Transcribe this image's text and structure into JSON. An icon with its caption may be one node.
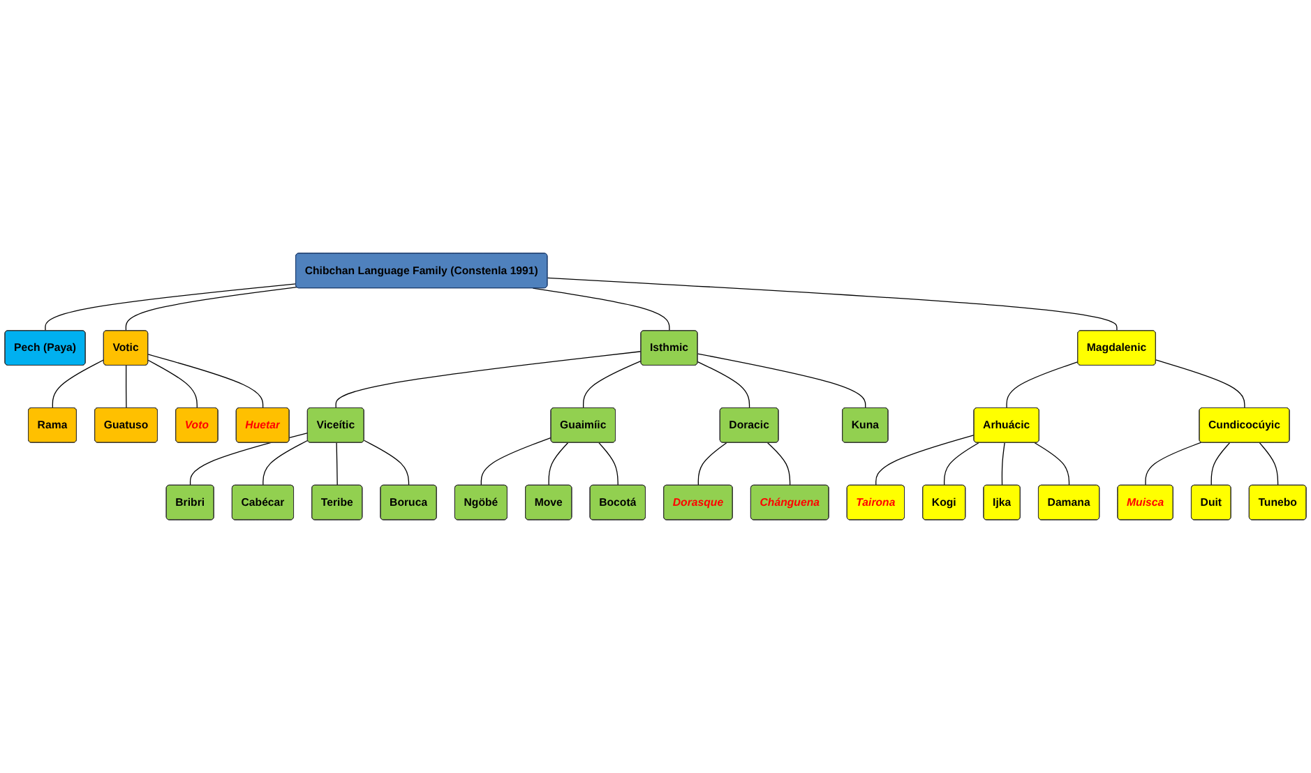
{
  "diagram": {
    "nodes": [
      {
        "text": [
          "Chibchan Language Family (Constenla 1991)"
        ]
      },
      {
        "text": [
          "Pech (Paya)"
        ]
      },
      {
        "text": [
          "Votic"
        ]
      },
      {
        "text": [
          "Isthmic"
        ]
      },
      {
        "text": [
          "Magdalenic"
        ]
      },
      {
        "text": [
          "Rama"
        ]
      },
      {
        "text": [
          "Guatuso"
        ]
      },
      {
        "text": [
          "Voto"
        ]
      },
      {
        "text": [
          "Huetar"
        ]
      },
      {
        "text": [
          "Viceític"
        ]
      },
      {
        "text": [
          "Guaimíic"
        ]
      },
      {
        "text": [
          "Doracic"
        ]
      },
      {
        "text": [
          "Kuna"
        ]
      },
      {
        "text": [
          "Arhuácic"
        ]
      },
      {
        "text": [
          "Cundicocúyic"
        ]
      },
      {
        "text": [
          "Bribri"
        ]
      },
      {
        "text": [
          "Cabécar"
        ]
      },
      {
        "text": [
          "Teribe"
        ]
      },
      {
        "text": [
          "Boruca"
        ]
      },
      {
        "text": [
          "Ngöbé"
        ]
      },
      {
        "text": [
          "Move"
        ]
      },
      {
        "text": [
          "Bocotá"
        ]
      },
      {
        "text": [
          "Dorasque"
        ]
      },
      {
        "text": [
          "Chánguena"
        ]
      },
      {
        "text": [
          "Tairona"
        ]
      },
      {
        "text": [
          "Kogi"
        ]
      },
      {
        "text": [
          "Ijka"
        ]
      },
      {
        "text": [
          "Damana"
        ]
      },
      {
        "text": [
          "Muisca"
        ]
      },
      {
        "text": [
          "Duit"
        ]
      },
      {
        "text": [
          "Tunebo"
        ]
      }
    ],
    "edges": [
      {
        "from": 0,
        "to": 1,
        "arrow": "none"
      },
      {
        "from": 0,
        "to": 2,
        "arrow": "none"
      },
      {
        "from": 0,
        "to": 3,
        "arrow": "none"
      },
      {
        "from": 0,
        "to": 4,
        "arrow": "none"
      },
      {
        "from": 2,
        "to": 5,
        "arrow": "none"
      },
      {
        "from": 2,
        "to": 6,
        "arrow": "none"
      },
      {
        "from": 2,
        "to": 7,
        "arrow": "none"
      },
      {
        "from": 2,
        "to": 8,
        "arrow": "none"
      },
      {
        "from": 3,
        "to": 9,
        "arrow": "none"
      },
      {
        "from": 3,
        "to": 10,
        "arrow": "none"
      },
      {
        "from": 3,
        "to": 11,
        "arrow": "none"
      },
      {
        "from": 3,
        "to": 12,
        "arrow": "none"
      },
      {
        "from": 4,
        "to": 13,
        "arrow": "none"
      },
      {
        "from": 4,
        "to": 14,
        "arrow": "none"
      },
      {
        "from": 9,
        "to": 15,
        "arrow": "none"
      },
      {
        "from": 9,
        "to": 16,
        "arrow": "none"
      },
      {
        "from": 9,
        "to": 17,
        "arrow": "none"
      },
      {
        "from": 9,
        "to": 18,
        "arrow": "none"
      },
      {
        "from": 10,
        "to": 19,
        "arrow": "none"
      },
      {
        "from": 10,
        "to": 20,
        "arrow": "none"
      },
      {
        "from": 10,
        "to": 21,
        "arrow": "none"
      },
      {
        "from": 11,
        "to": 22,
        "arrow": "none"
      },
      {
        "from": 11,
        "to": 23,
        "arrow": "none"
      },
      {
        "from": 13,
        "to": 24,
        "arrow": "none"
      },
      {
        "from": 13,
        "to": 25,
        "arrow": "none"
      },
      {
        "from": 13,
        "to": 26,
        "arrow": "none"
      },
      {
        "from": 13,
        "to": 27,
        "arrow": "none"
      },
      {
        "from": 14,
        "to": 28,
        "arrow": "none"
      },
      {
        "from": 14,
        "to": 29,
        "arrow": "none"
      },
      {
        "from": 14,
        "to": 30,
        "arrow": "none"
      }
    ]
  }
}
